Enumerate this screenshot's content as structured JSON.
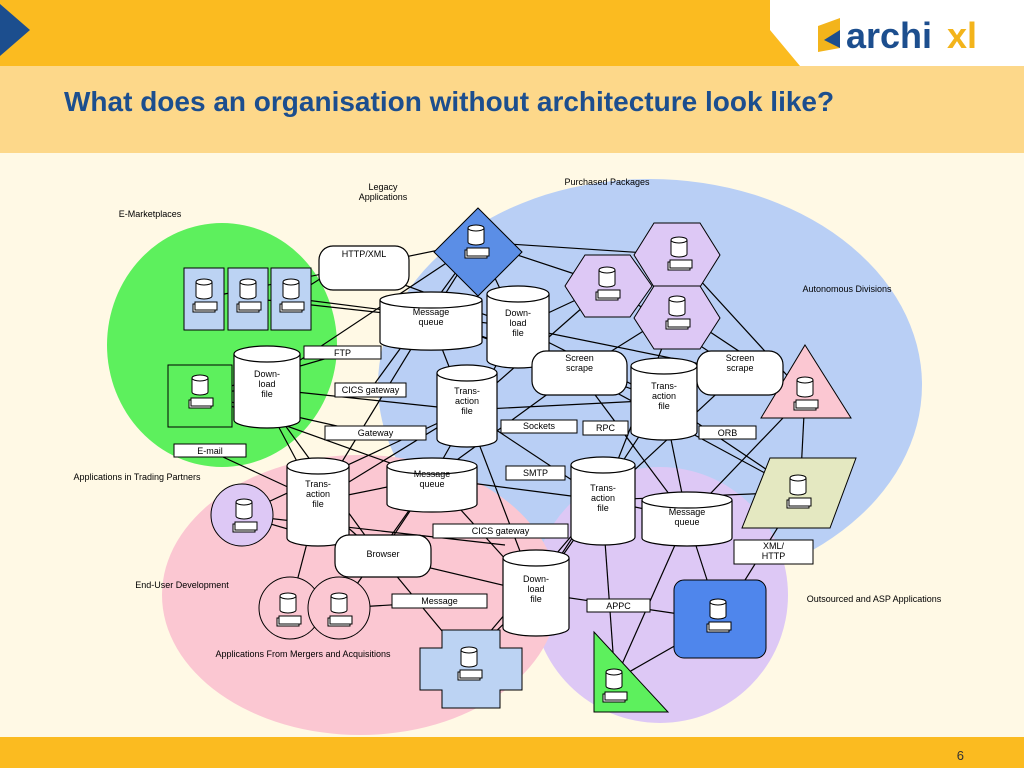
{
  "slide": {
    "title": "What does an organisation without architecture look like?",
    "page_number": "6",
    "logo_text": "archixl"
  },
  "regions": {
    "legacy": "Legacy\nApplications",
    "purchased": "Purchased Packages",
    "emarket": "E-Marketplaces",
    "autonomous": "Autonomous Divisions",
    "trading": "Applications in Trading Partners",
    "enduser": "End-User Development",
    "outsourced": "Outsourced and ASP Applications",
    "mergers": "Applications From Mergers and Acquisitions"
  },
  "connectors": {
    "http_xml": "HTTP/XML",
    "ftp": "FTP",
    "cics1": "CICS gateway",
    "gateway": "Gateway",
    "email": "E-mail",
    "sockets": "Sockets",
    "rpc": "RPC",
    "orb": "ORB",
    "smtp": "SMTP",
    "cics2": "CICS gateway",
    "message": "Message",
    "appc": "APPC",
    "xml_http": "XML/\nHTTP",
    "browser": "Browser",
    "screen1": "Screen\nscrape",
    "screen2": "Screen\nscrape"
  },
  "stores": {
    "mq1": "Message\nqueue",
    "mq2": "Message\nqueue",
    "mq3": "Message\nqueue",
    "dl1": "Down-\nload\nfile",
    "dl2": "Down-\nload\nfile",
    "dl3": "Down-\nload\nfile",
    "tf1": "Trans-\naction\nfile",
    "tf2": "Trans-\naction\nfile",
    "tf3": "Trans-\naction\nfile",
    "tf4": "Trans-\naction\nfile"
  },
  "colors": {
    "top_bar": "#fbbb20",
    "title_band": "#fdd88a",
    "title_text": "#1c4e8e",
    "green_region": "#5df05d",
    "blue_region": "#b9cff5",
    "pink_region": "#fbc7d2",
    "lavender_region": "#ddc8f5"
  }
}
